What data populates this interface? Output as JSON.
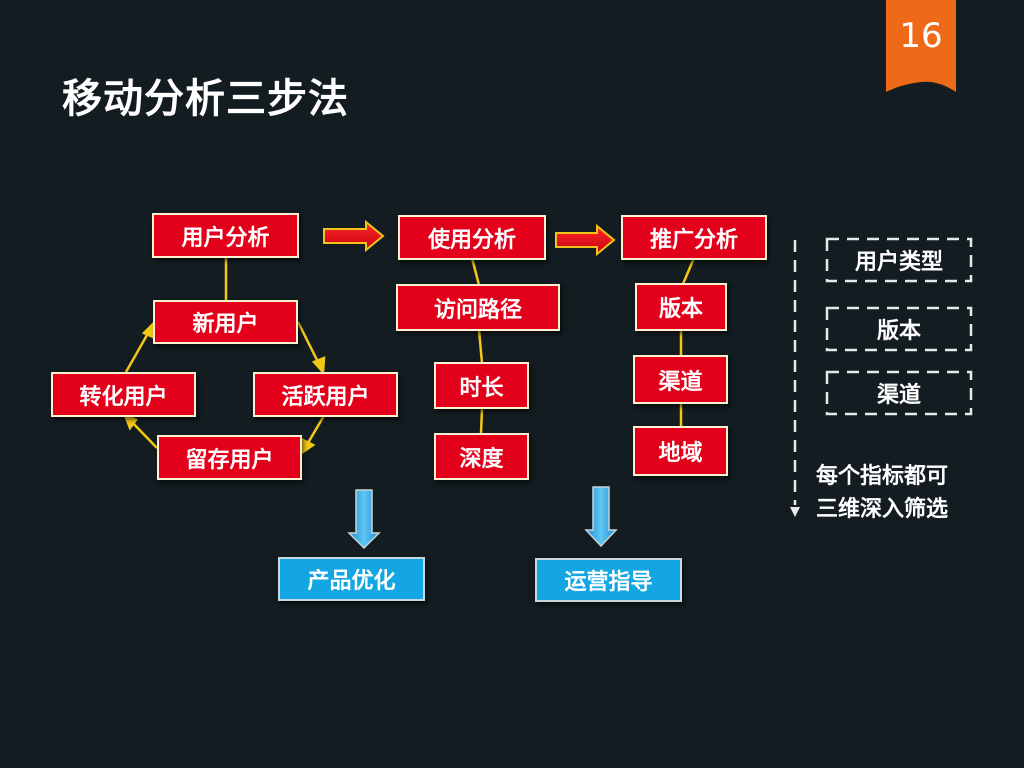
{
  "slide": {
    "title": "移动分析三步法",
    "page_number": "16"
  },
  "colors": {
    "background": "#121c21",
    "box_red": "#e3001b",
    "box_blue": "#14a6e3",
    "connector_yellow": "#f3c815",
    "badge_orange": "#ef6a18"
  },
  "stages": {
    "user_analysis": {
      "label": "用户分析",
      "lifecycle": [
        "新用户",
        "活跃用户",
        "留存用户",
        "转化用户"
      ]
    },
    "usage_analysis": {
      "label": "使用分析",
      "metrics": [
        "访问路径",
        "时长",
        "深度"
      ]
    },
    "promotion_analysis": {
      "label": "推广分析",
      "metrics": [
        "版本",
        "渠道",
        "地域"
      ]
    }
  },
  "outcomes": {
    "product_optimization": "产品优化",
    "operation_guidance": "运营指导"
  },
  "filters": {
    "dimensions": [
      "用户类型",
      "版本",
      "渠道"
    ],
    "note_lines": [
      "每个指标都可",
      "三维深入筛选"
    ]
  }
}
